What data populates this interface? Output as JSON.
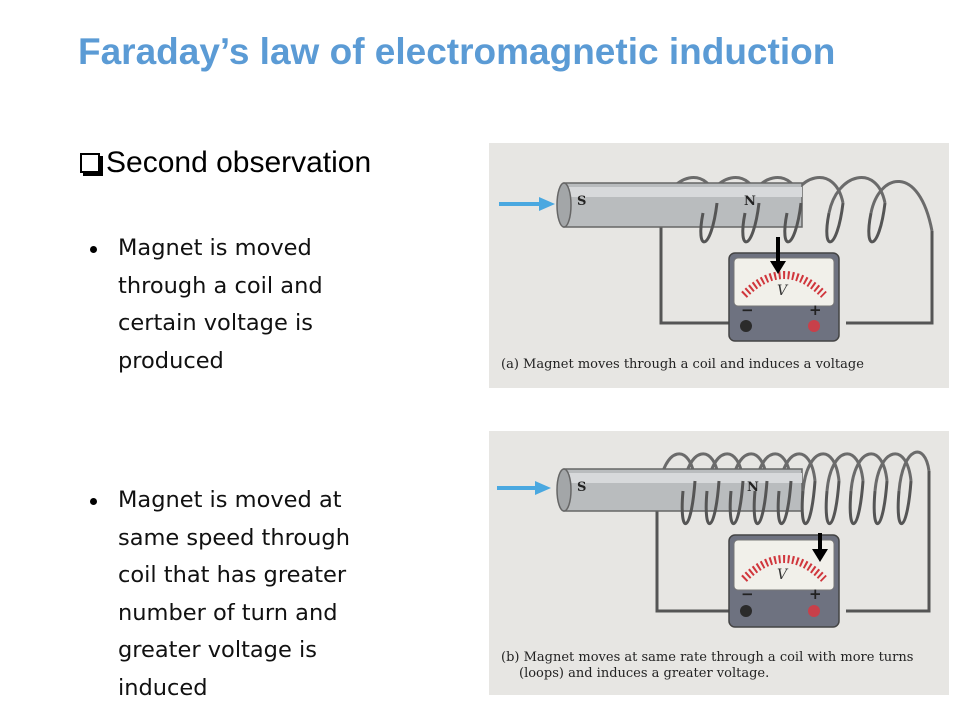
{
  "slide": {
    "title": "Faraday’s law of electromagnetic induction",
    "subheading": "Second observation",
    "bullets": [
      "Magnet is moved through a coil and certain voltage is produced",
      "Magnet is moved at same speed through coil that has greater number of turn and greater voltage is induced"
    ]
  },
  "figures": {
    "a": {
      "caption": "(a) Magnet moves through a coil and induces a voltage",
      "magnet_south": "S",
      "magnet_north": "N",
      "meter_symbol": "V",
      "minus": "−",
      "plus": "+"
    },
    "b": {
      "caption_line1": "(b) Magnet moves at same rate through a coil with more turns",
      "caption_line2": "(loops) and induces a greater voltage.",
      "magnet_south": "S",
      "magnet_north": "N",
      "meter_symbol": "V",
      "minus": "−",
      "plus": "+"
    }
  },
  "colors": {
    "title": "#5b9bd5",
    "arrow": "#4aa8e0",
    "meter_scale": "#d0363c"
  }
}
